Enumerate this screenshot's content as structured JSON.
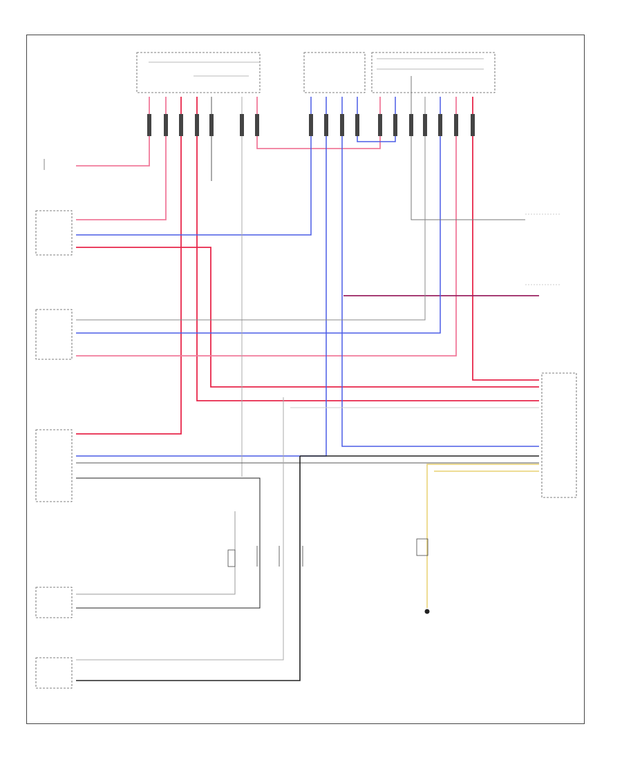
{
  "colors": {
    "red": "#e8264a",
    "pink": "#f07a9a",
    "blue": "#4a5ce6",
    "black": "#222222",
    "gray": "#8c8c8c",
    "yellow": "#e8d070",
    "frame": "#444444"
  },
  "diagram": {
    "footer": "",
    "components": [
      {
        "key": "top_left_connector"
      },
      {
        "key": "top_mid_connector"
      },
      {
        "key": "top_right_module"
      },
      {
        "key": "left_switch_1"
      },
      {
        "key": "left_module_2"
      },
      {
        "key": "left_module_3"
      },
      {
        "key": "left_module_4"
      },
      {
        "key": "left_module_5"
      },
      {
        "key": "left_module_6"
      },
      {
        "key": "right_connector_1"
      },
      {
        "key": "right_connector_2"
      },
      {
        "key": "right_module_main"
      },
      {
        "key": "bottom_resistor"
      },
      {
        "key": "ground_point"
      }
    ]
  }
}
